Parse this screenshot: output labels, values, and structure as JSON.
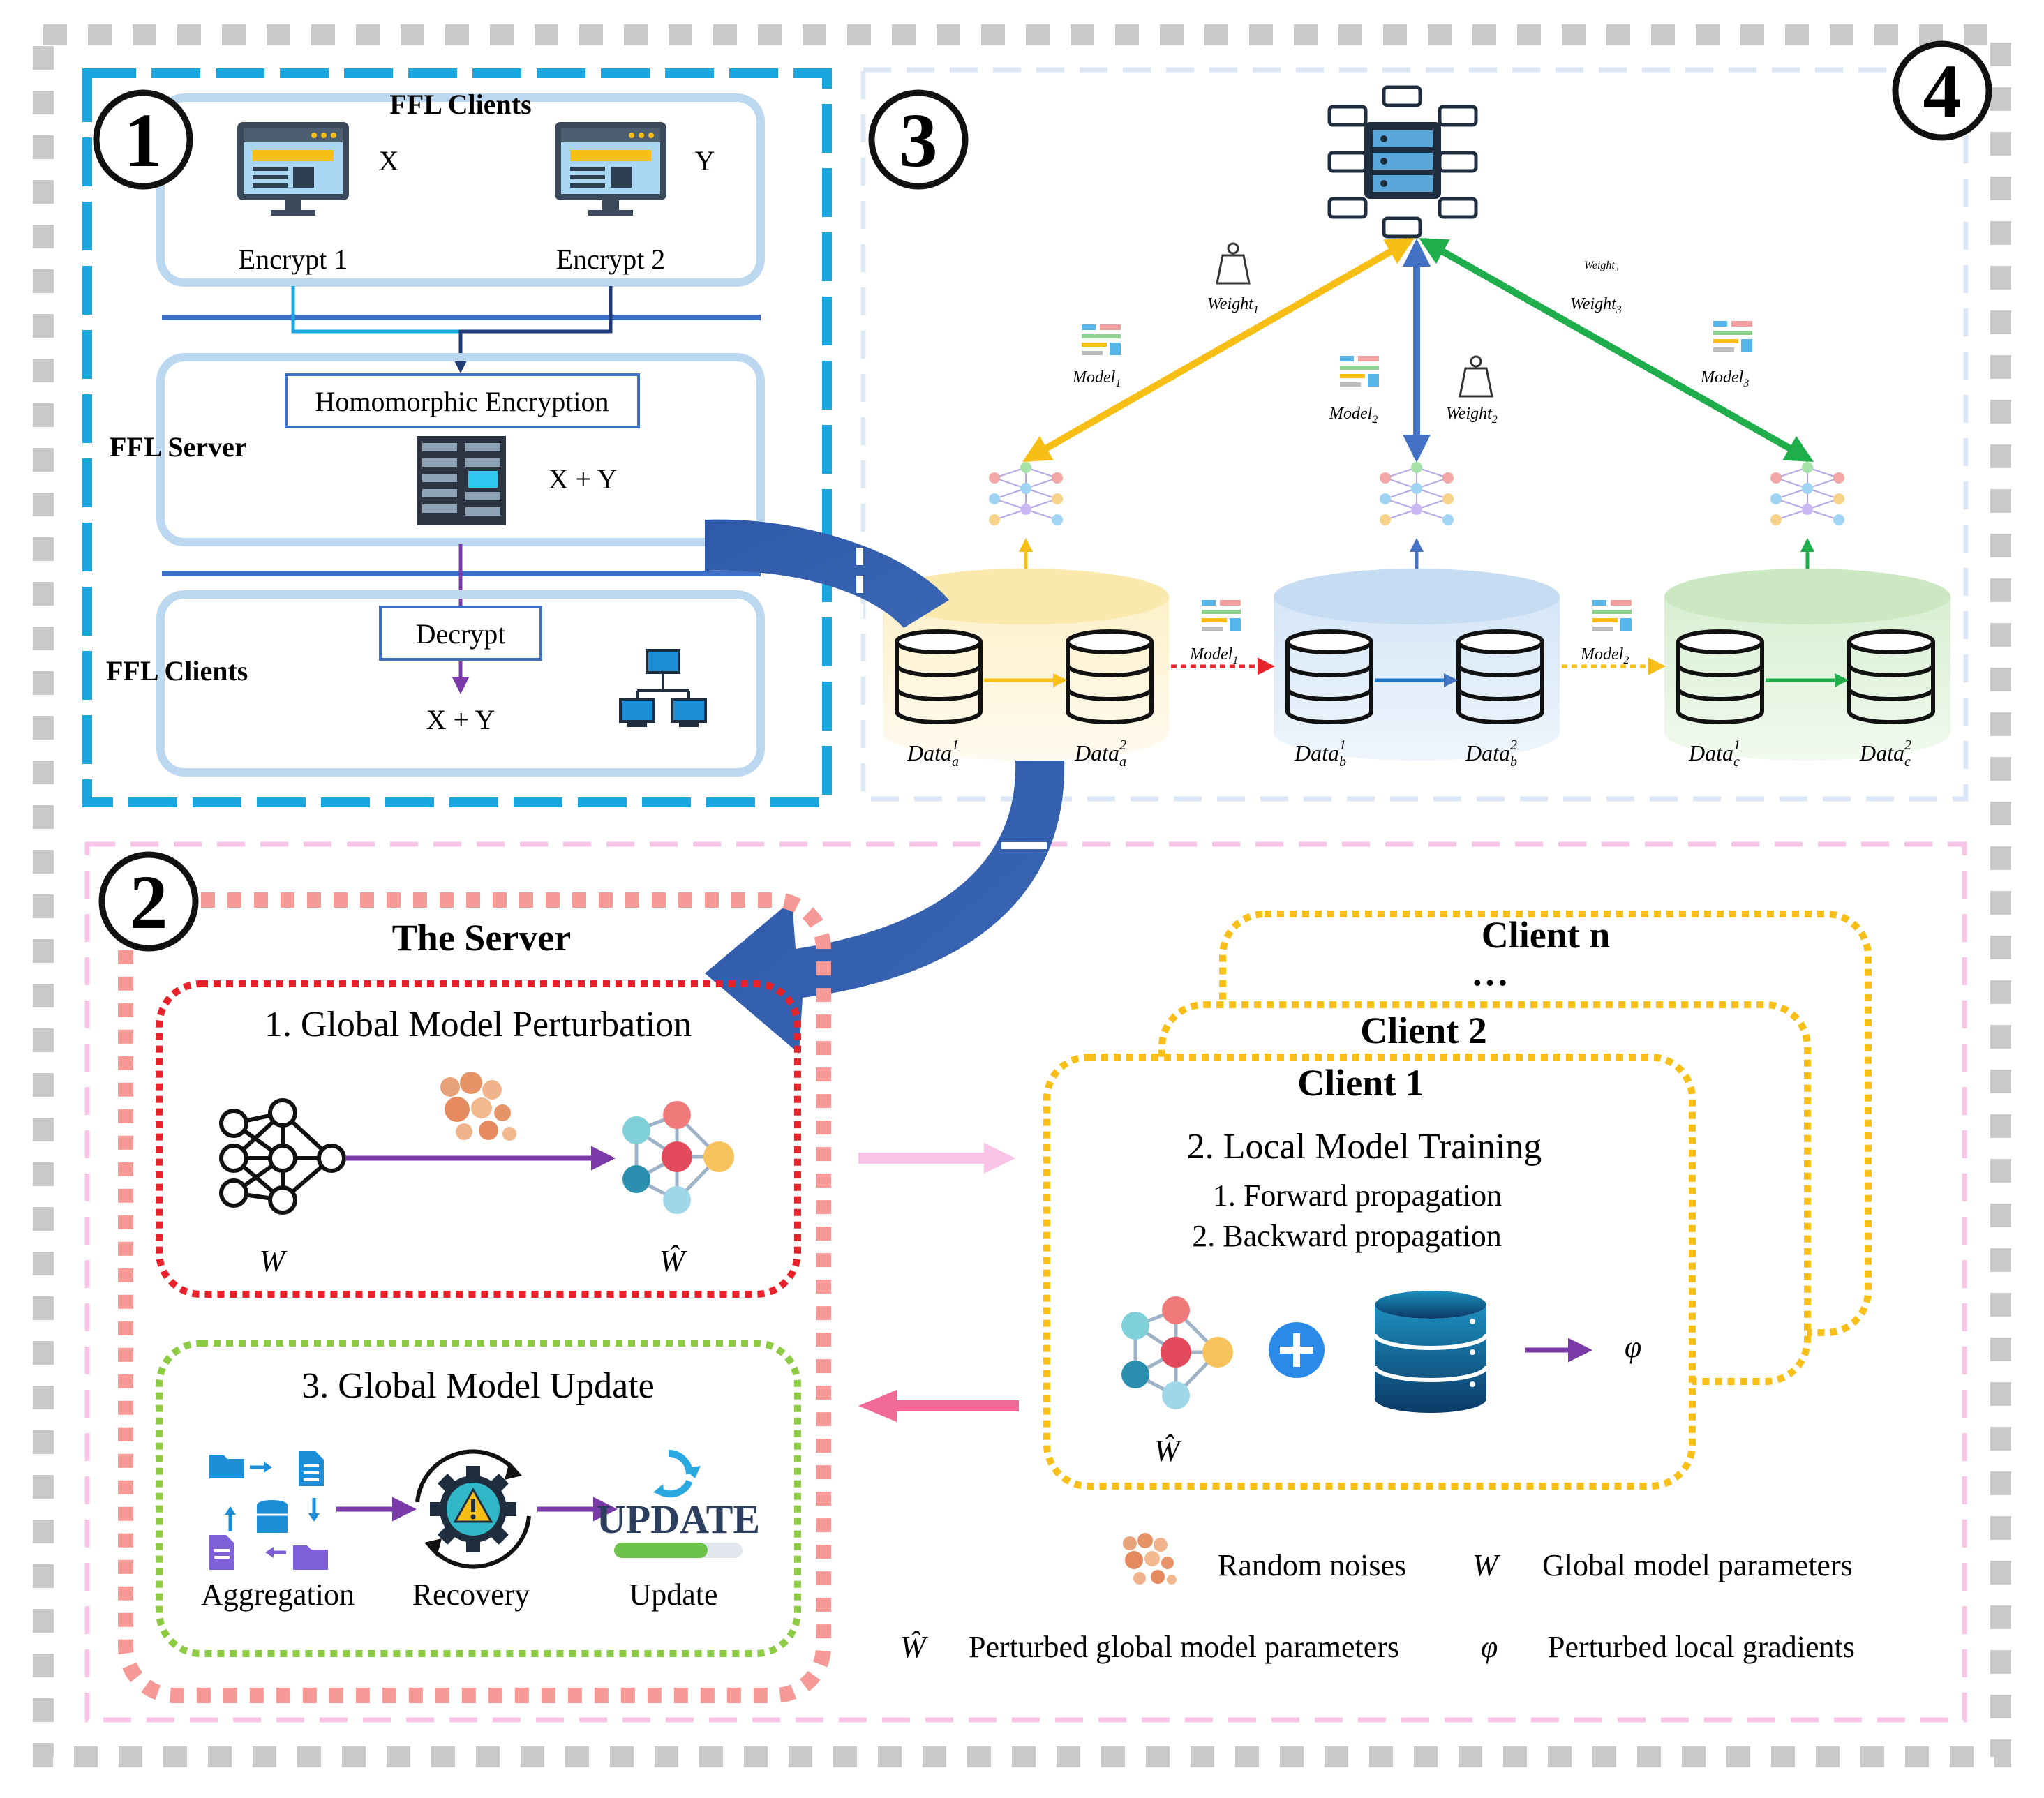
{
  "panel_numbers": {
    "p1": "1",
    "p2": "2",
    "p3": "3",
    "p4": "4"
  },
  "panel1": {
    "clients_top_title": "FFL Clients",
    "x": "X",
    "y": "Y",
    "encrypt1": "Encrypt  1",
    "encrypt2": "Encrypt  2",
    "server_label": "FFL Server",
    "homomorphic": "Homomorphic  Encryption",
    "sum_server": "X + Y",
    "clients_bottom_label": "FFL Clients",
    "decrypt": "Decrypt",
    "sum_clients": "X + Y"
  },
  "panel34": {
    "weight1": "Weight",
    "weight1_sub": "1",
    "weight2": "Weight",
    "weight2_sub": "2",
    "weight3": "Weight",
    "weight3_sub": "3",
    "weight3_small": "Weight",
    "weight3_small_sub": "3",
    "model1": "Model",
    "model1_sub": "1",
    "model2": "Model",
    "model2_sub": "2",
    "model3": "Model",
    "model3_sub": "3",
    "flow_model1": "Model",
    "flow_model1_sub": "1",
    "flow_model2": "Model",
    "flow_model2_sub": "2",
    "data_word": "Data",
    "data_a": "a",
    "data_b": "b",
    "data_c": "c",
    "sup1": "1",
    "sup2": "2"
  },
  "panel2": {
    "server_title": "The Server",
    "perturbation_title": "1. Global Model Perturbation",
    "w": "W",
    "w_hat": "Ŵ",
    "update_title": "3. Global Model Update",
    "aggregation": "Aggregation",
    "recovery": "Recovery",
    "update": "Update",
    "update_icon_text": "UPDATE",
    "client_n": "Client  n",
    "dots": "…",
    "client_2": "Client  2",
    "client_1": "Client  1",
    "local_training": "2. Local Model Training",
    "forward": "1. Forward propagation",
    "backward": "2. Backward propagation",
    "phi": "φ",
    "w_hat_client": "Ŵ"
  },
  "legend": {
    "random_noises": "Random noises",
    "w_symbol": "W",
    "global_params": "Global model parameters",
    "w_hat_symbol": "Ŵ",
    "perturbed_global": "Perturbed global model parameters",
    "phi_symbol": "φ",
    "perturbed_local": "Perturbed local gradients"
  },
  "colors": {
    "panel1_border": "#1aa7e0",
    "box_light_blue": "#bcd7f0",
    "bar_blue": "#3f6fc4",
    "navy": "#1f3a78",
    "purple": "#7a3aa8",
    "yellow_arrow": "#f7be16",
    "blue_arrow": "#4472c4",
    "green_arrow": "#1fae4b",
    "red_dotted": "#e8222b",
    "salmon": "#f59a96",
    "green_dotted": "#8dcb45",
    "orange_dotted": "#f7bf17",
    "pink_arrow": "#f06a95",
    "light_pink": "#f8c5e8",
    "grey_frame": "#c9c9c9"
  }
}
